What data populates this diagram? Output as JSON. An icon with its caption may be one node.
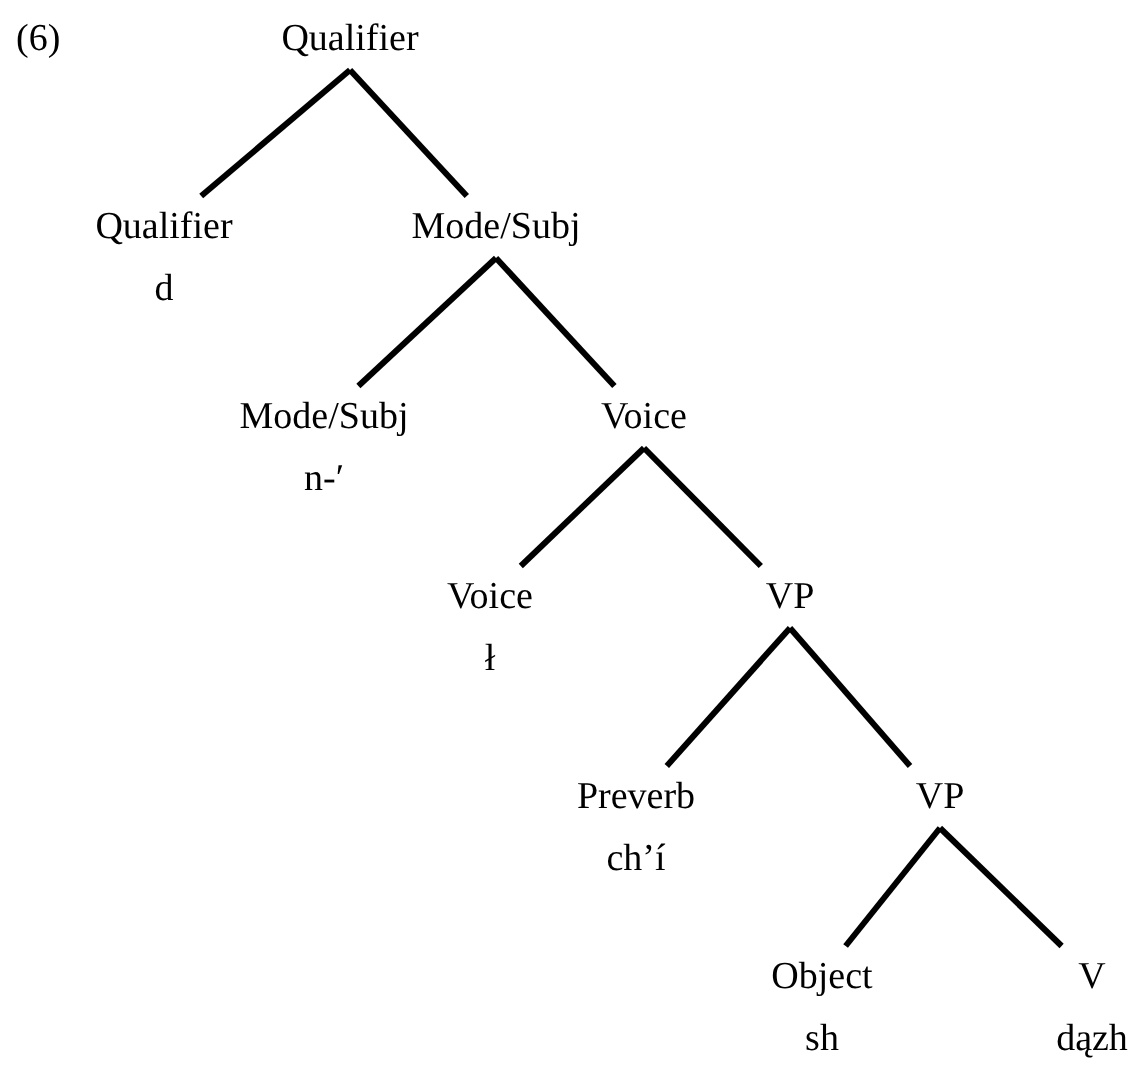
{
  "diagram": {
    "nodes": [
      {
        "text": [
          "Qualifier"
        ]
      },
      {
        "text": [
          "Qualifier",
          "d"
        ]
      },
      {
        "text": [
          "Mode/Subj"
        ]
      },
      {
        "text": [
          "Mode/Subj",
          "n-′"
        ]
      },
      {
        "text": [
          "Voice"
        ]
      },
      {
        "text": [
          "Voice",
          "ł"
        ]
      },
      {
        "text": [
          "VP"
        ]
      },
      {
        "text": [
          "Preverb",
          "ch’í"
        ]
      },
      {
        "text": [
          "VP"
        ]
      },
      {
        "text": [
          "Object",
          "sh"
        ]
      },
      {
        "text": [
          "V",
          "dązh"
        ]
      }
    ],
    "edges": [
      {
        "from": 0,
        "to": 1,
        "arrow": "none"
      },
      {
        "from": 0,
        "to": 2,
        "arrow": "none"
      },
      {
        "from": 2,
        "to": 3,
        "arrow": "none"
      },
      {
        "from": 2,
        "to": 4,
        "arrow": "none"
      },
      {
        "from": 4,
        "to": 5,
        "arrow": "none"
      },
      {
        "from": 4,
        "to": 6,
        "arrow": "none"
      },
      {
        "from": 6,
        "to": 7,
        "arrow": "none"
      },
      {
        "from": 6,
        "to": 8,
        "arrow": "none"
      },
      {
        "from": 8,
        "to": 9,
        "arrow": "none"
      },
      {
        "from": 8,
        "to": 10,
        "arrow": "none"
      }
    ],
    "labels": [
      "(6)"
    ]
  }
}
